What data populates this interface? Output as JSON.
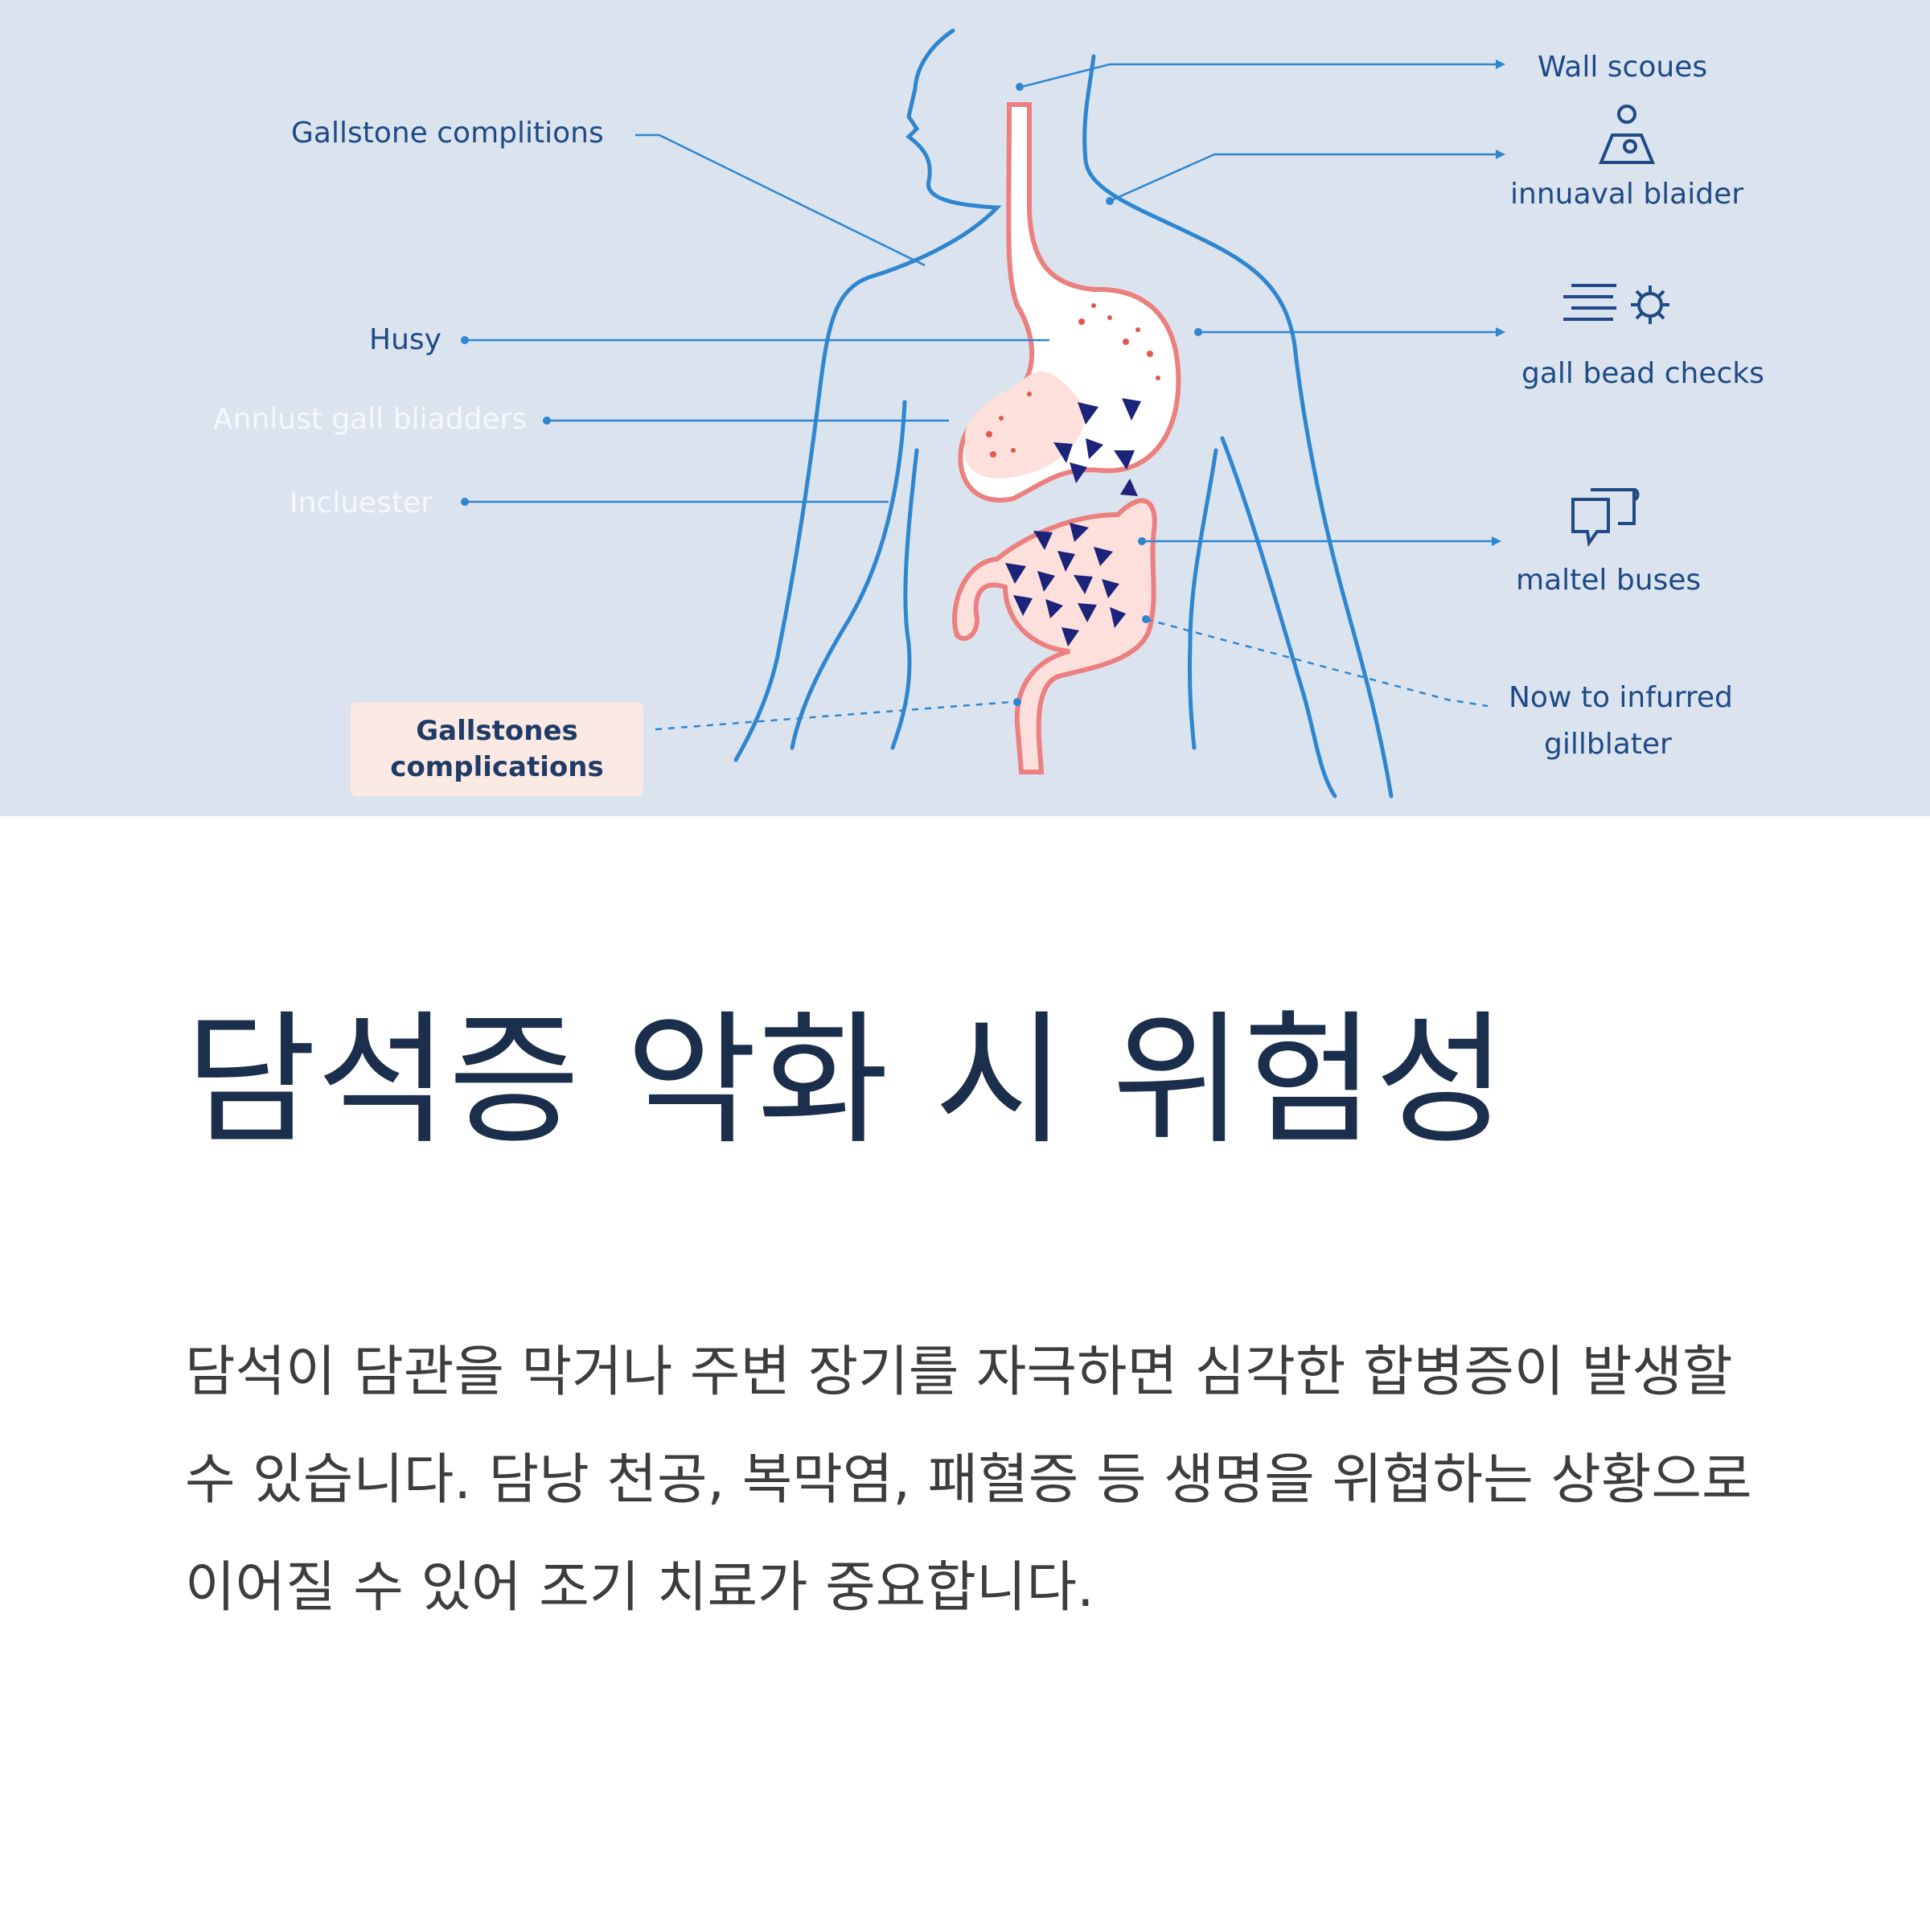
{
  "diagram": {
    "labels_left": {
      "gallstone_complitions": "Gallstone complitions",
      "husy": "Husy",
      "annlust": "Annlust gall bliadders",
      "incluester": "Incluester"
    },
    "callout_box": "Gallstones complications",
    "labels_right": {
      "wall_scoues": "Wall scoues",
      "innuaval": "innuaval blaider",
      "gall_bead": "gall bead checks",
      "maltel": "maltel buses",
      "now_to_line1": "Now to infurred",
      "now_to_line2": "gillblater"
    },
    "colors": {
      "background": "#dbe3ee",
      "line_blue": "#2f86d0",
      "label_blue": "#1f4a86",
      "organ_outline": "#ec7f7f",
      "organ_fill": "#fde0dc",
      "stone": "#1c237a"
    },
    "icons": [
      "person-icon",
      "list-gear-icon",
      "chat-bubble-icon"
    ]
  },
  "title": "담석증 악화 시 위험성",
  "body": "담석이 담관을 막거나 주변 장기를 자극하면 심각한 합병증이 발생할 수 있습니다. 담낭 천공, 복막염, 패혈증 등 생명을 위협하는 상황으로 이어질 수 있어 조기 치료가 중요합니다."
}
